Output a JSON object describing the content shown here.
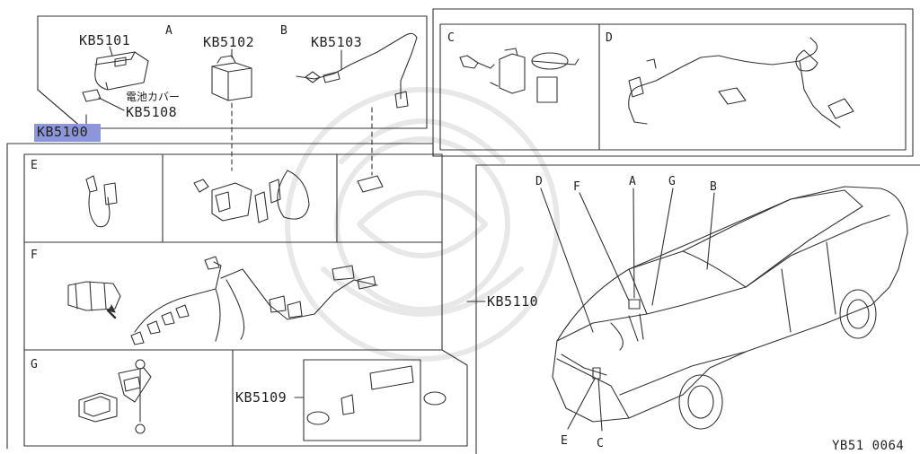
{
  "diagram": {
    "parts": {
      "kb5100": "KB5100",
      "kb5101": "KB5101",
      "kb5102": "KB5102",
      "kb5103": "KB5103",
      "kb5108": "KB5108",
      "kb5109": "KB5109",
      "kb5110": "KB5110"
    },
    "battery_cover_jp": "電池カバー",
    "section_letters": [
      "A",
      "B",
      "C",
      "D",
      "E",
      "F",
      "G"
    ],
    "car_callouts": [
      "D",
      "F",
      "A",
      "G",
      "B",
      "E",
      "C"
    ],
    "figure_code": "YB51 0064",
    "highlight_color": "#8c96d8"
  }
}
